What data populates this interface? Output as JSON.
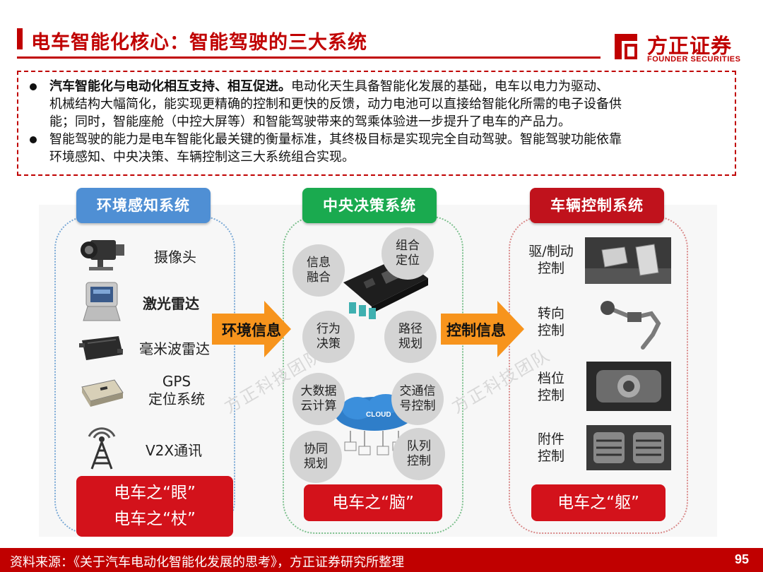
{
  "header": {
    "title": "电车智能化核心：智能驾驶的三大系统",
    "logo_cn": "方正证券",
    "logo_en": "FOUNDER SECURITIES",
    "brand_color": "#c00000"
  },
  "intro": {
    "bullets": [
      {
        "lead": "汽车智能化与电动化相互支持、相互促进。",
        "line1_rest": "电动化天生具备智能化发展的基础，电车以电力为驱动、",
        "line2": "机械结构大幅简化，能实现更精确的控制和更快的反馈，动力电池可以直接给智能化所需的电子设备供",
        "line3": "能；同时，智能座舱（中控大屏等）和智能驾驶带来的驾乘体验进一步提升了电车的产品力。"
      },
      {
        "line1": "智能驾驶的能力是电车智能化最关键的衡量标准，其终极目标是实现完全自动驾驶。智能驾驶功能依靠",
        "line2": "环境感知、中央决策、车辆控制这三大系统组合实现。"
      }
    ]
  },
  "columns": {
    "perception": {
      "title": "环境感知系统",
      "color": "#4f8fd4",
      "items": [
        "摄像头",
        "激光雷达",
        "毫米波雷达",
        "GPS",
        "定位系统",
        "V2X通讯"
      ],
      "icons": [
        "camera-icon",
        "lidar-icon",
        "mmwave-radar-icon",
        "gps-device-icon",
        "antenna-tower-icon"
      ],
      "bottom_line1": "电车之“眼”",
      "bottom_line2": "电车之“杖”"
    },
    "decision": {
      "title": "中央决策系统",
      "color": "#1aaa4f",
      "bubbles": [
        {
          "l1": "信息",
          "l2": "融合"
        },
        {
          "l1": "组合",
          "l2": "定位"
        },
        {
          "l1": "行为",
          "l2": "决策"
        },
        {
          "l1": "路径",
          "l2": "规划"
        },
        {
          "l1": "大数据",
          "l2": "云计算"
        },
        {
          "l1": "交通信",
          "l2": "号控制"
        },
        {
          "l1": "协同",
          "l2": "规划"
        },
        {
          "l1": "队列",
          "l2": "控制"
        }
      ],
      "cloud_label": "CLOUD",
      "bottom": "电车之“脑”"
    },
    "control": {
      "title": "车辆控制系统",
      "color": "#c0121c",
      "items": [
        {
          "l1": "驱/制动",
          "l2": "控制"
        },
        {
          "l1": "转向",
          "l2": "控制"
        },
        {
          "l1": "档位",
          "l2": "控制"
        },
        {
          "l1": "附件",
          "l2": "控制"
        }
      ],
      "icons": [
        "pedals-icon",
        "steering-column-icon",
        "gear-shifter-icon",
        "air-vent-icon"
      ],
      "bottom": "电车之“躯”"
    }
  },
  "arrows": {
    "first": "环境信息",
    "second": "控制信息",
    "color": "#f7941d"
  },
  "watermark": "方正科技团队",
  "footer": {
    "source": "资料来源：《关于汽车电动化智能化发展的思考》，方正证券研究所整理",
    "page": "95"
  }
}
